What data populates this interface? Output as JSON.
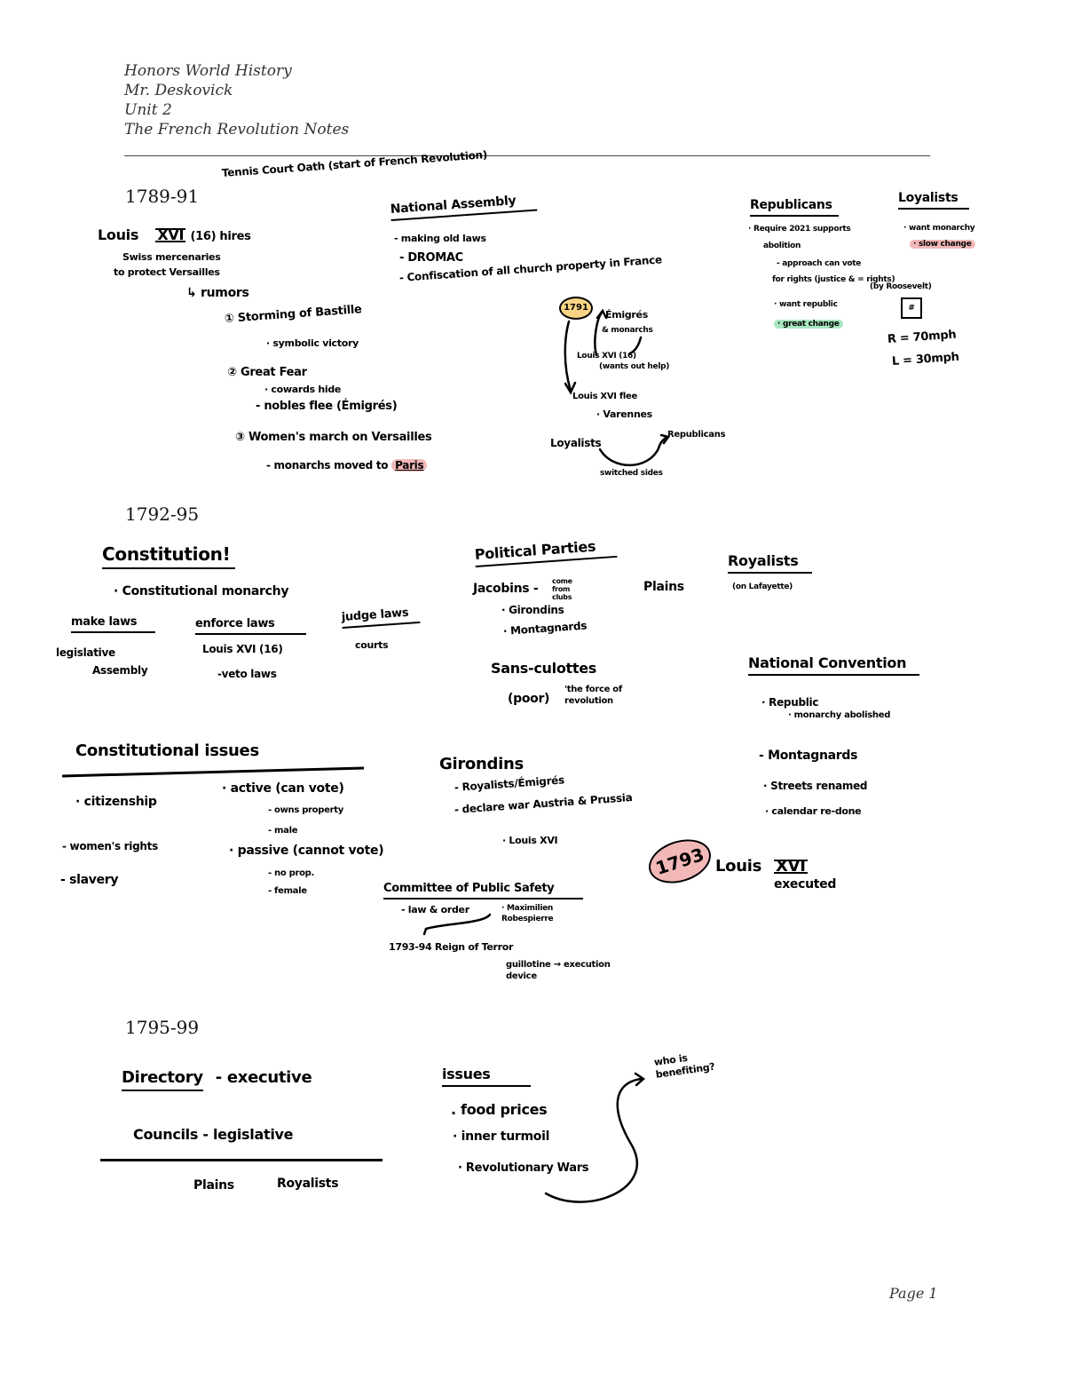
{
  "header": {
    "course": "Honors World History",
    "teacher": "Mr. Deskovick",
    "unit": "Unit 2",
    "title": "The French Revolution Notes"
  },
  "footer": {
    "page": "Page 1"
  },
  "highlight_colors": {
    "yellow": "#f7d585",
    "pink": "#f2b8b8",
    "green": "#a8e6c0"
  },
  "top_note": "Tennis Court Oath (start of French Revolution)",
  "section1": {
    "period": "1789-91",
    "louis": {
      "heading": "Louis",
      "numeral": "XVI",
      "suffix": "(16) hires",
      "line1": "Swiss mercenaries",
      "line2": "to protect Versailles",
      "line3": "↳ rumors",
      "events": [
        {
          "num": "①",
          "title": "Storming of Bastille",
          "sub": [
            "· symbolic victory"
          ]
        },
        {
          "num": "②",
          "title": "Great Fear",
          "sub": [
            "· cowards hide",
            "- nobles flee (Émigrés)"
          ]
        },
        {
          "num": "③",
          "title": "Women's march on Versailles",
          "sub": [
            "- monarchs moved to",
            "Paris"
          ]
        }
      ]
    },
    "national_assembly": {
      "heading": "National Assembly",
      "items": [
        "- making old laws",
        "- DROMAC",
        "- Confiscation of all church property in France"
      ]
    },
    "flight": {
      "year_badge": "1791",
      "emigres": "Émigrés",
      "monarchs": "& monarchs",
      "louis": "Louis XVI (16)",
      "note": "(wants out help)",
      "louis_flee": "Louis XVI flee",
      "varennes": "· Varennes",
      "loyalists": "Loyalists",
      "republicans": "Republicans",
      "switched": "switched sides"
    },
    "republicans": {
      "heading": "Republicans",
      "items": [
        "· Require 2021 supports",
        "abolition",
        "- approach can vote",
        "for rights (justice & = rights)",
        "· want republic",
        "· great change"
      ]
    },
    "loyalists": {
      "heading": "Loyalists",
      "items": [
        "· want monarchy",
        "· slow change"
      ],
      "note": "(by Roosevelt)",
      "box": "#",
      "r_speed": "R = 70mph",
      "l_speed": "L = 30mph"
    }
  },
  "section2": {
    "period": "1792-95",
    "constitution": {
      "heading": "Constitution!",
      "bullet": "· Constitutional monarchy",
      "branches": [
        {
          "heading": "make laws",
          "items": [
            "legislative",
            "Assembly"
          ]
        },
        {
          "heading": "enforce laws",
          "items": [
            "Louis XVI (16)",
            "-veto laws"
          ]
        },
        {
          "heading": "judge laws",
          "items": [
            "courts"
          ]
        }
      ]
    },
    "political_parties": {
      "heading": "Political Parties",
      "jacobins": "Jacobins -",
      "jacobins_note": "come from clubs",
      "plains": "Plains",
      "items": [
        "· Girondins",
        "· Montagnards"
      ],
      "sans_culottes": "Sans-culottes",
      "sans_note": "(poor)",
      "sans_desc": "'the force of revolution"
    },
    "royalists": {
      "heading": "Royalists",
      "sub": "(on Lafayette)"
    },
    "national_convention": {
      "heading": "National Convention",
      "items": [
        "· Republic",
        "· monarchy abolished",
        "- Montagnards",
        "· Streets renamed",
        "· calendar re-done"
      ]
    },
    "constitutional_issues": {
      "heading": "Constitutional issues",
      "left": [
        "· citizenship",
        "- women's rights",
        "- slavery"
      ],
      "active": "· active (can vote)",
      "active_sub": [
        "- owns property",
        "- male"
      ],
      "passive": "· passive (cannot vote)",
      "passive_sub": [
        "- no prop.",
        "- female"
      ]
    },
    "girondins": {
      "heading": "Girondins",
      "items": [
        "- Royalists/Émigrés",
        "- declare war Austria & Prussia",
        "· Louis XVI"
      ]
    },
    "committee": {
      "heading": "Committee of Public Safety",
      "item": "- law & order",
      "members": "· Maximilien Robespierre",
      "reign": "1793-94 Reign of Terror",
      "guillotine": "guillotine → execution device"
    },
    "execution": {
      "year": "1793",
      "text": "Louis",
      "numeral": "XVI",
      "executed": "executed"
    }
  },
  "section3": {
    "period": "1795-99",
    "directory": {
      "heading": "Directory",
      "desc": "- executive"
    },
    "councils": {
      "heading": "Councils",
      "desc": "- legislative"
    },
    "factions": [
      "Plains",
      "Royalists"
    ],
    "issues": {
      "heading": "issues",
      "items": [
        ". food prices",
        "· inner turmoil",
        "· Revolutionary Wars"
      ],
      "question": "who is benefiting?"
    }
  }
}
